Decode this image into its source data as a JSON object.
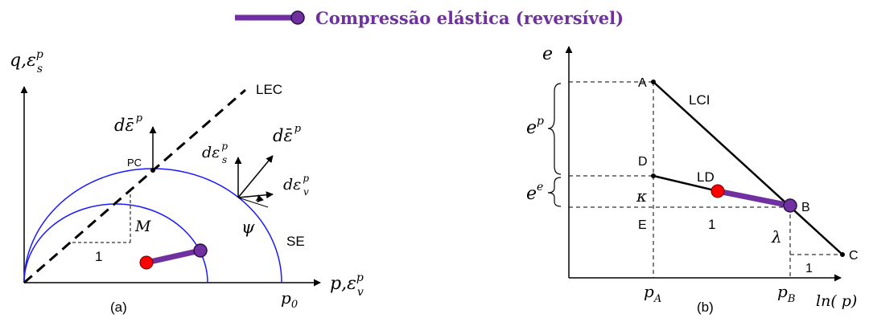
{
  "legend": {
    "label": "Compressão elástica (reversível)",
    "color": "#7030a0"
  },
  "colors": {
    "purple": "#7030a0",
    "red": "#ff0000",
    "blue": "#0000ff",
    "black": "#000000"
  },
  "panel_a": {
    "caption": "(a)",
    "y_axis_main": "q,ε",
    "y_axis_sup": "p",
    "y_axis_sub": "s",
    "x_axis_main": "p,ε",
    "x_axis_sup": "p",
    "x_axis_sub": "v",
    "lec_label": "LEC",
    "se_label": "SE",
    "pc_label": "PC",
    "m_label": "M",
    "one_label": "1",
    "p0_main": "p",
    "p0_sub": "0",
    "psi_label": "ψ",
    "de_bar_1": "dε̄",
    "de_bar_1_sup": "p",
    "de_bar_2": "dε̄",
    "de_bar_2_sup": "p",
    "de_s": "dε",
    "de_s_sup": "p",
    "de_s_sub": "s",
    "de_v": "dε",
    "de_v_sup": "p",
    "de_v_sub": "v"
  },
  "panel_b": {
    "caption": "(b)",
    "y_axis": "e",
    "x_axis": "ln( p)",
    "ep_main": "e",
    "ep_sup": "p",
    "ee_main": "e",
    "ee_sup": "e",
    "point_a": "A",
    "point_b": "B",
    "point_c": "C",
    "point_d": "D",
    "point_e": "E",
    "lci_label": "LCI",
    "ld_label": "LD",
    "kappa": "κ",
    "lambda": "λ",
    "one_1": "1",
    "one_2": "1",
    "pa_main": "p",
    "pa_sub": "A",
    "pb_main": "p",
    "pb_sub": "B"
  }
}
